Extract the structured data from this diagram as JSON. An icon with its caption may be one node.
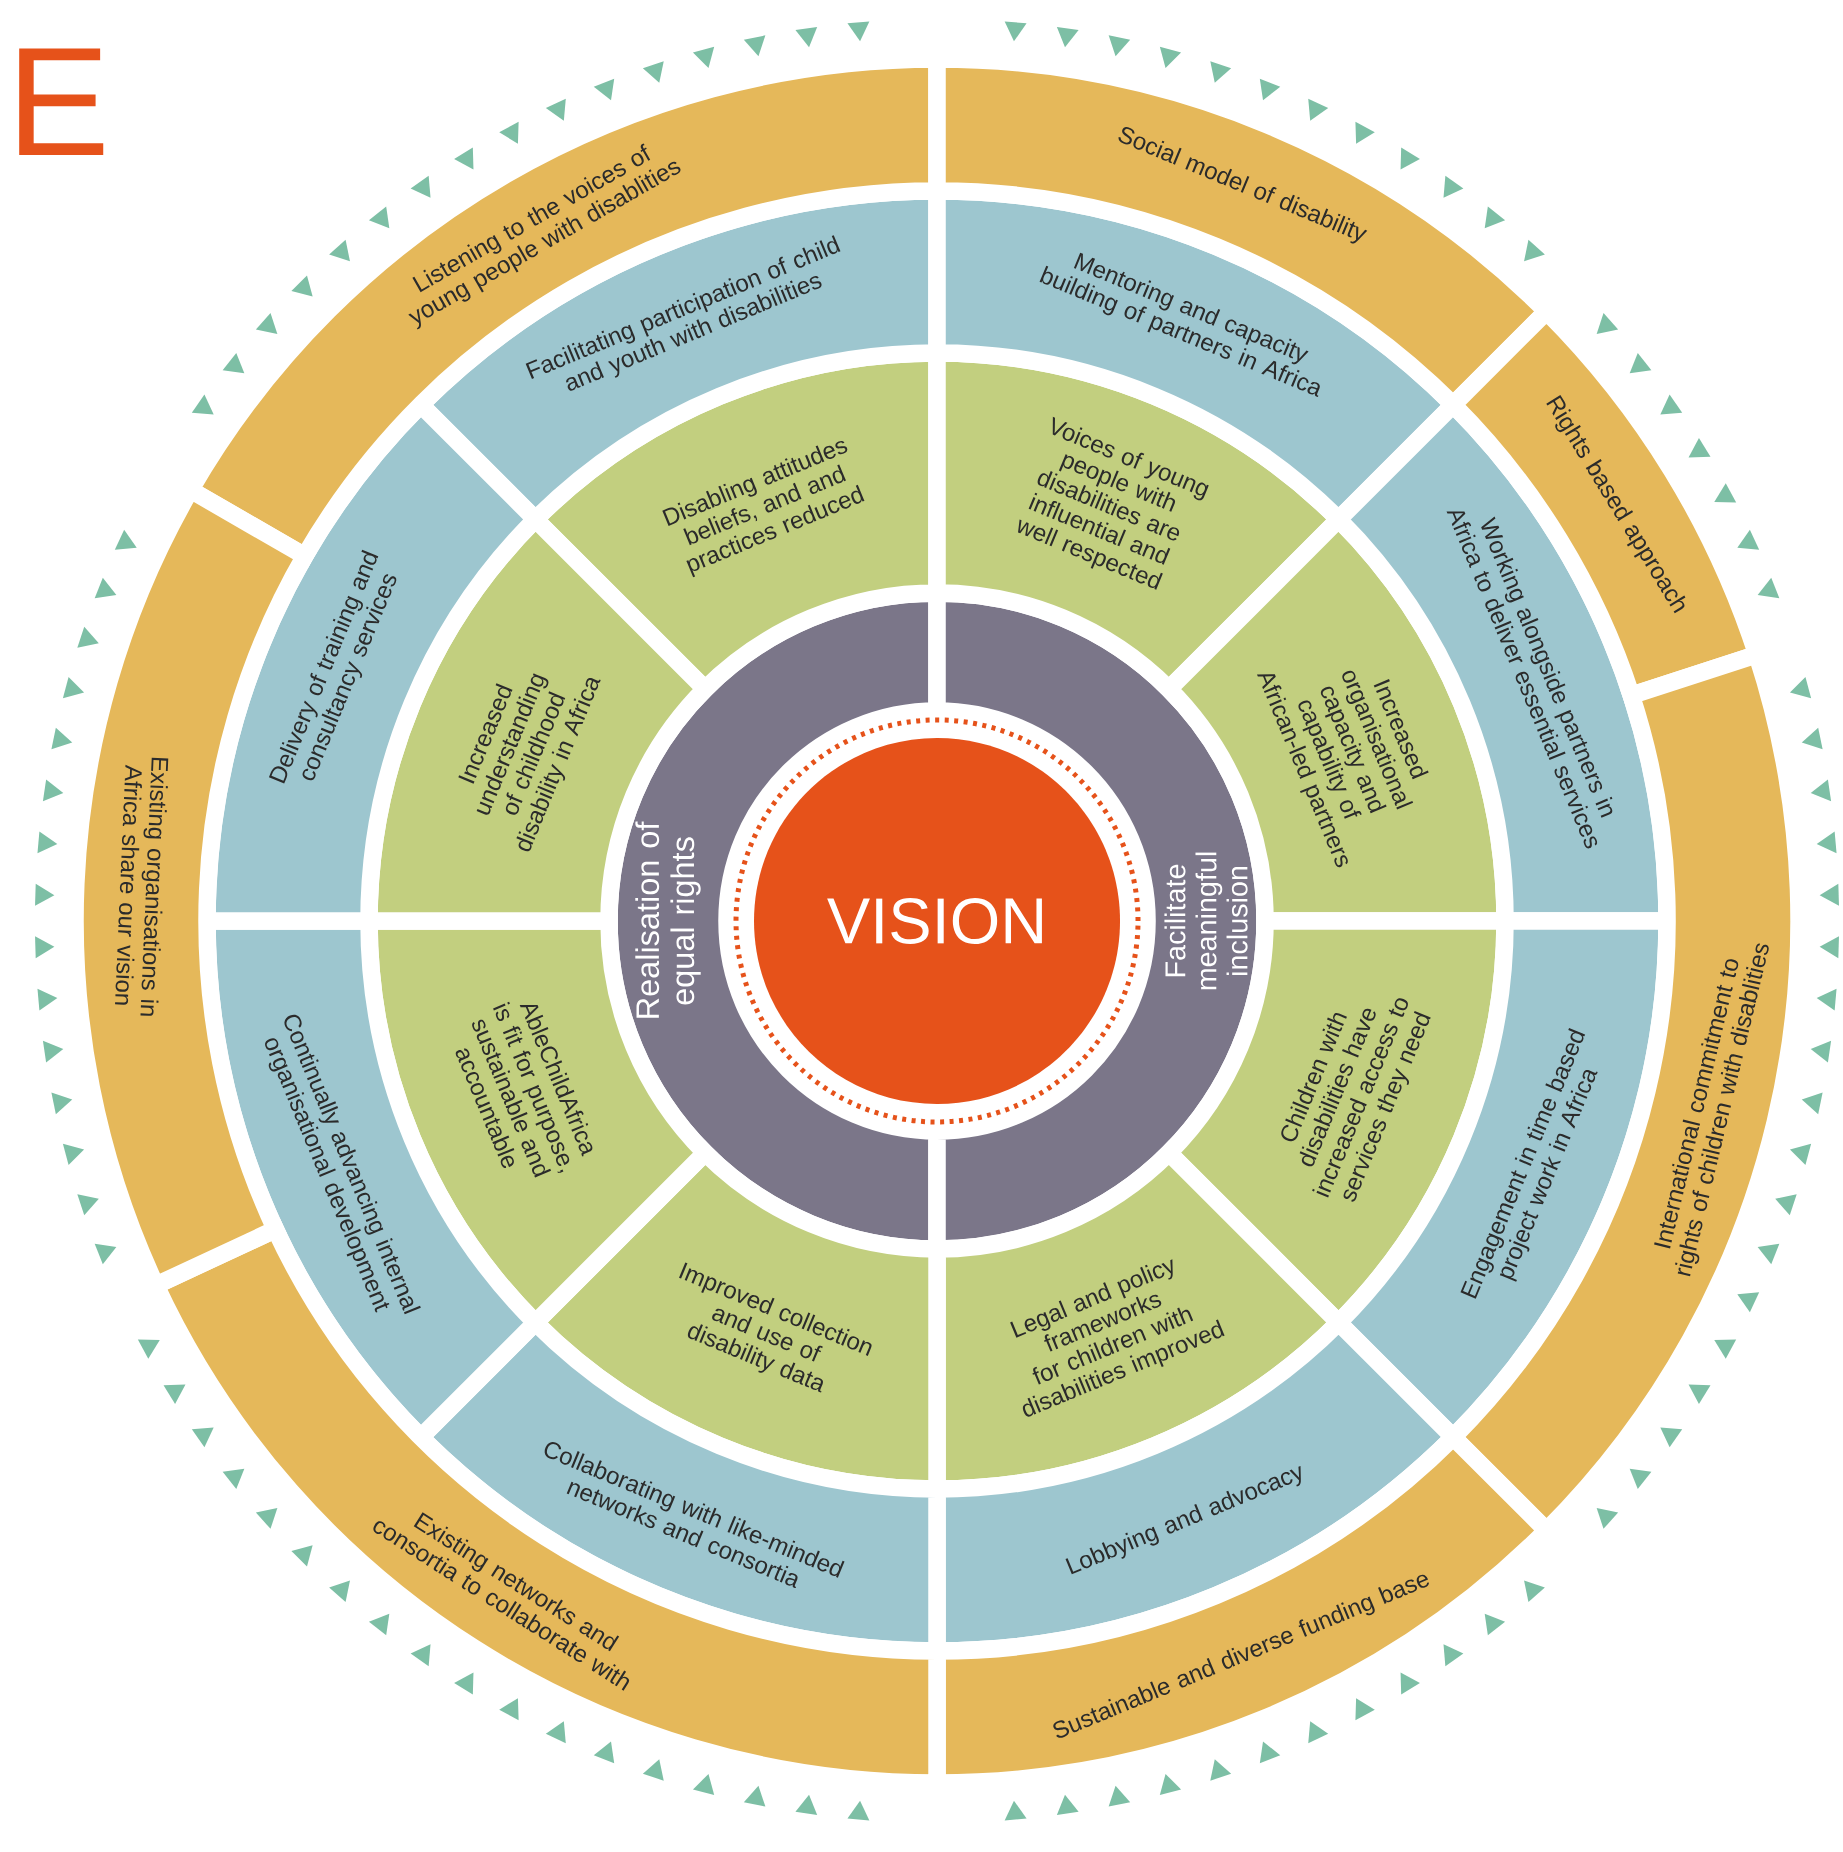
{
  "diagram": {
    "nodes": [
      {
        "text": [
          "VISION"
        ]
      },
      {
        "text": [
          "Realisation of equal rights"
        ]
      },
      {
        "text": [
          "Facilitate meaningful inclusion"
        ]
      },
      {
        "text": [
          "Disabling attitudes beliefs, and and practices reduced"
        ]
      },
      {
        "text": [
          "Voices of young people with disabilities are influential and well respected"
        ]
      },
      {
        "text": [
          "Increased organisational capacity and capability of African-led partners"
        ]
      },
      {
        "text": [
          "Children with disabilities have increased access to services they need"
        ]
      },
      {
        "text": [
          "Legal and policy frameworks for children with disabilities improved"
        ]
      },
      {
        "text": [
          "Improved collection and use of disability data"
        ]
      },
      {
        "text": [
          "AbleChildAfrica is fit for purpose, sustainable and accountable"
        ]
      },
      {
        "text": [
          "Increased understanding of childhood disability in Africa"
        ]
      },
      {
        "text": [
          "Facilitating participation of child and youth with disabilities"
        ]
      },
      {
        "text": [
          "Mentoring and capacity building of partners in Africa"
        ]
      },
      {
        "text": [
          "Working alongside partners in Africa to deliver essential services"
        ]
      },
      {
        "text": [
          "Engagement in time based project work in Africa"
        ]
      },
      {
        "text": [
          "Lobbying and advocacy"
        ]
      },
      {
        "text": [
          "Collaborating with like-minded networks and consortia"
        ]
      },
      {
        "text": [
          "Continually advancing internal organisational development"
        ]
      },
      {
        "text": [
          "Delivery of training and consultancy services"
        ]
      },
      {
        "text": [
          "Listening to the voices of young people with disablities"
        ]
      },
      {
        "text": [
          "Social model of disability"
        ]
      },
      {
        "text": [
          "Rights based approach"
        ]
      },
      {
        "text": [
          "International commitment to rights of children with disablities"
        ]
      },
      {
        "text": [
          "Sustainable and diverse funding base"
        ]
      },
      {
        "text": [
          "Existing networks and consortia to collaborate with"
        ]
      },
      {
        "text": [
          "Existing organisations in Africa share our vision"
        ]
      }
    ],
    "labels": [
      "E"
    ]
  }
}
